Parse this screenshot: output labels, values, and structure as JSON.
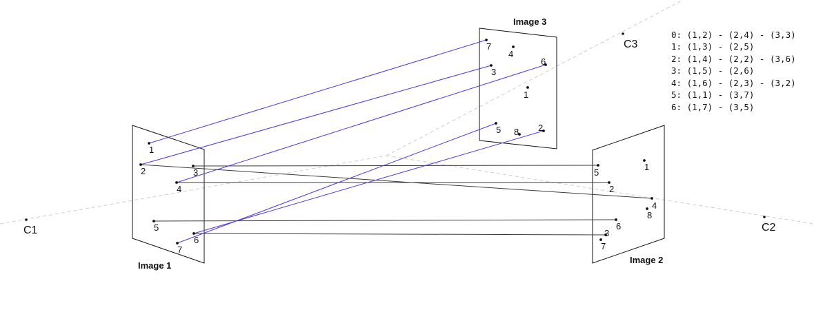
{
  "colors": {
    "match_pair": "#3a3a3a",
    "match_third": "#5533dd",
    "frame": "#111111",
    "ray": "#cccccc",
    "point": "#111111"
  },
  "cameras": [
    {
      "id": "c1",
      "label": "C1"
    },
    {
      "id": "c2",
      "label": "C2"
    },
    {
      "id": "c3",
      "label": "C3"
    }
  ],
  "images": [
    {
      "id": "image1",
      "title": "Image 1",
      "points": [
        {
          "label": "1"
        },
        {
          "label": "2"
        },
        {
          "label": "3"
        },
        {
          "label": "4"
        },
        {
          "label": "5"
        },
        {
          "label": "6"
        },
        {
          "label": "7"
        }
      ]
    },
    {
      "id": "image2",
      "title": "Image 2",
      "points": [
        {
          "label": "1"
        },
        {
          "label": "2"
        },
        {
          "label": "3"
        },
        {
          "label": "4"
        },
        {
          "label": "5"
        },
        {
          "label": "6"
        },
        {
          "label": "7"
        },
        {
          "label": "8"
        }
      ]
    },
    {
      "id": "image3",
      "title": "Image 3",
      "points": [
        {
          "label": "1"
        },
        {
          "label": "2"
        },
        {
          "label": "3"
        },
        {
          "label": "4"
        },
        {
          "label": "5"
        },
        {
          "label": "6"
        },
        {
          "label": "7"
        },
        {
          "label": "8"
        }
      ]
    }
  ],
  "tracks": [
    {
      "text": "0: (1,2) - (2,4) - (3,3)"
    },
    {
      "text": "1: (1,3) - (2,5)"
    },
    {
      "text": "2: (1,4) - (2,2) - (3,6)"
    },
    {
      "text": "3: (1,5) - (2,6)"
    },
    {
      "text": "4: (1,6) - (2,3) - (3,2)"
    },
    {
      "text": "5: (1,1) - (3,7)"
    },
    {
      "text": "6: (1,7) - (3,5)"
    }
  ],
  "matches": [
    {
      "a": [
        1,
        2
      ],
      "b": [
        2,
        4
      ]
    },
    {
      "a": [
        1,
        2
      ],
      "b": [
        3,
        3
      ]
    },
    {
      "a": [
        1,
        3
      ],
      "b": [
        2,
        5
      ]
    },
    {
      "a": [
        1,
        4
      ],
      "b": [
        2,
        2
      ]
    },
    {
      "a": [
        1,
        4
      ],
      "b": [
        3,
        6
      ]
    },
    {
      "a": [
        1,
        5
      ],
      "b": [
        2,
        6
      ]
    },
    {
      "a": [
        1,
        6
      ],
      "b": [
        2,
        3
      ]
    },
    {
      "a": [
        1,
        6
      ],
      "b": [
        3,
        2
      ]
    },
    {
      "a": [
        1,
        1
      ],
      "b": [
        3,
        7
      ]
    },
    {
      "a": [
        1,
        7
      ],
      "b": [
        3,
        5
      ]
    }
  ]
}
